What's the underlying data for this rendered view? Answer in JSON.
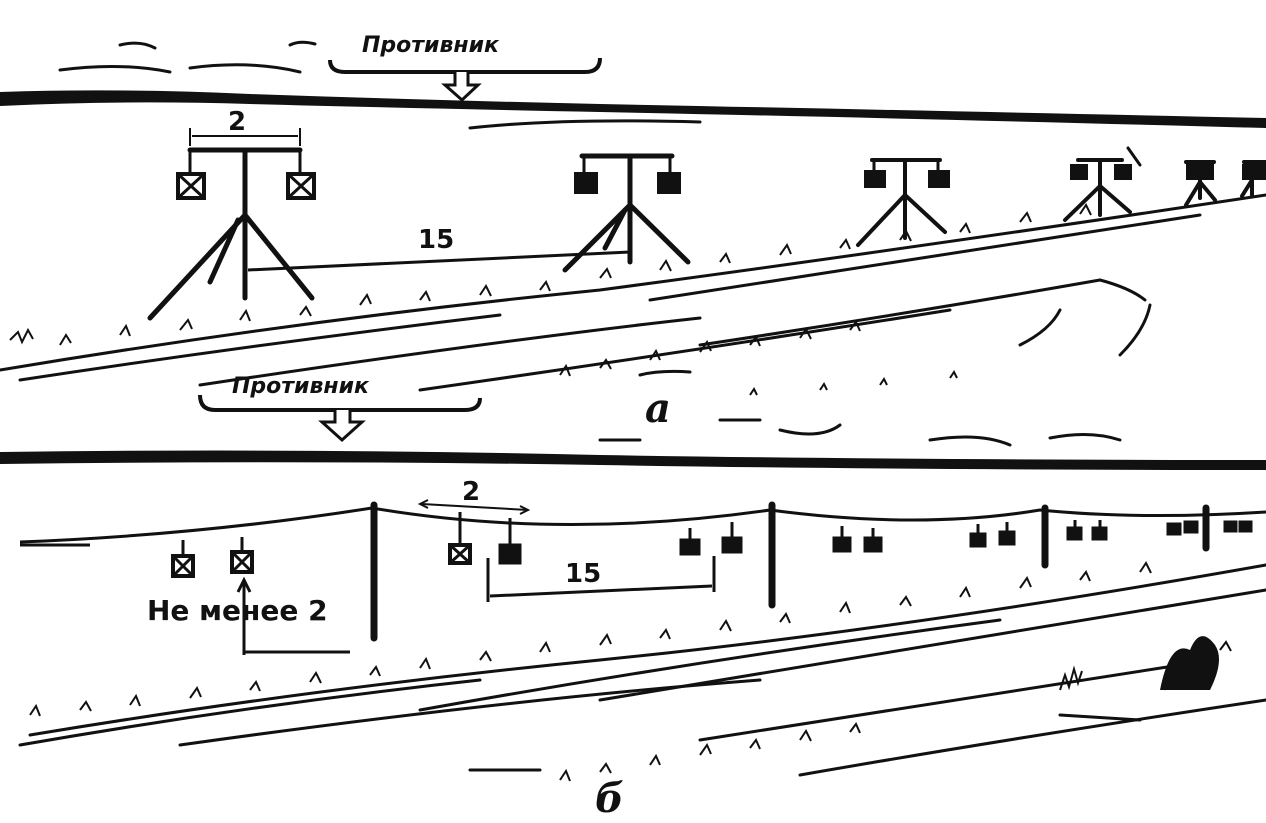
{
  "panel_a": {
    "enemy_label": "Противник",
    "width_label": "2",
    "spacing_label": "15",
    "panel_letter": "а"
  },
  "panel_b": {
    "enemy_label": "Противник",
    "width_label": "2",
    "spacing_label": "15",
    "height_label": "Не менее 2",
    "panel_letter": "б"
  },
  "colors": {
    "ink": "#111111",
    "paper": "#ffffff"
  }
}
